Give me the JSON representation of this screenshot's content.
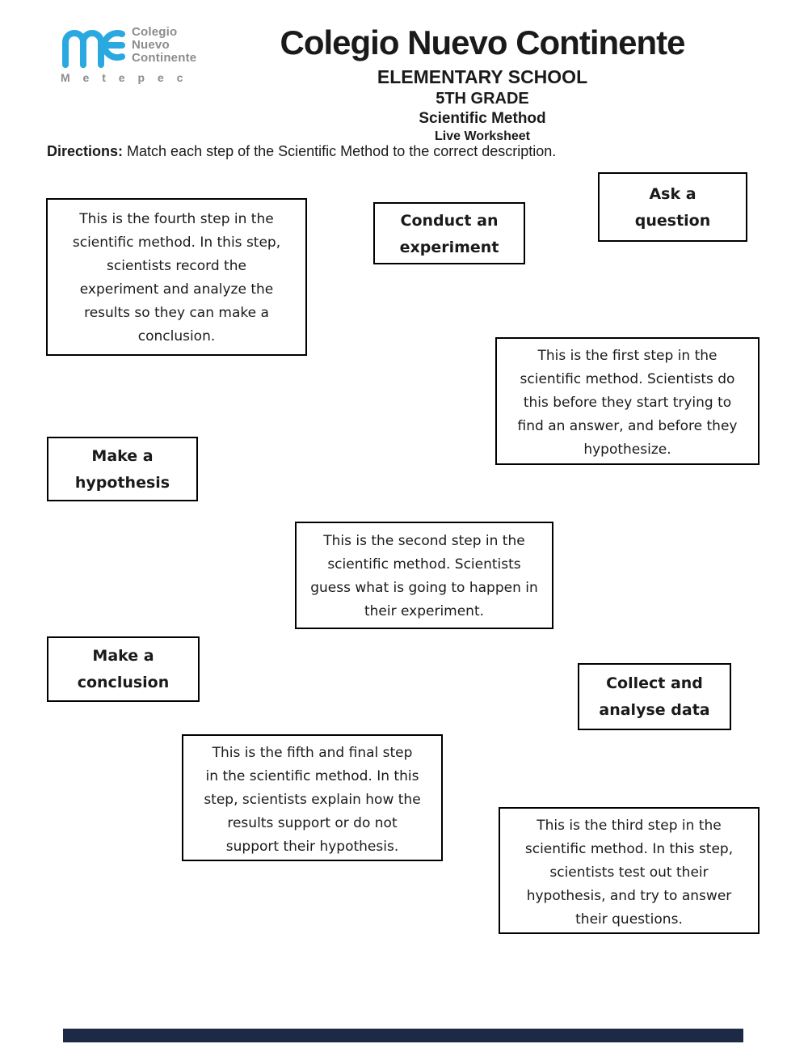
{
  "colors": {
    "logo_blue": "#29a9e0",
    "logo_gray": "#8c8c8c",
    "text": "#1a1a1a",
    "box_border": "#000000",
    "footer_navy": "#1e2a45"
  },
  "logo": {
    "monogram_icon": "nc-monogram-icon",
    "name_line1": "Colegio",
    "name_line2": "Nuevo",
    "name_line3": "Continente",
    "city": "M e t e p e c"
  },
  "header": {
    "title": "Colegio Nuevo Continente",
    "subtitle1": "ELEMENTARY SCHOOL",
    "subtitle2": "5TH GRADE",
    "subtitle3": "Scientific Method",
    "subtitle4": "Live Worksheet"
  },
  "directions": {
    "label": "Directions:",
    "text": " Match each step of the Scientific Method to the correct description."
  },
  "labels": {
    "conduct": {
      "line1": "Conduct an",
      "line2": "experiment"
    },
    "ask": {
      "line1": "Ask a",
      "line2": "question"
    },
    "hypothesis": {
      "line1": "Make a",
      "line2": "hypothesis"
    },
    "conclusion": {
      "line1": "Make a",
      "line2": "conclusion"
    },
    "collect": {
      "line1": "Collect and",
      "line2": "analyse data"
    }
  },
  "descriptions": {
    "fourth": {
      "lines": [
        "This is the fourth step in the",
        "scientific method. In this step,",
        "scientists record the",
        "experiment and analyze the",
        "results so they can make a",
        "conclusion."
      ]
    },
    "first": {
      "lines": [
        "This is the first step in the",
        "scientific method. Scientists do",
        "this before they start trying to",
        "find an answer, and before they",
        "hypothesize."
      ]
    },
    "second": {
      "lines": [
        "This is the second step in the",
        "scientific method. Scientists",
        "guess what is going to happen in",
        "their experiment."
      ]
    },
    "fifth": {
      "lines": [
        "This is the fifth and final step",
        "in the scientific method. In this",
        "step, scientists explain how the",
        "results support or do not",
        "support their hypothesis."
      ]
    },
    "third": {
      "lines": [
        "This is the third step in the",
        "scientific method. In this step,",
        "scientists test out their",
        "hypothesis, and try to answer",
        "their questions."
      ]
    }
  }
}
